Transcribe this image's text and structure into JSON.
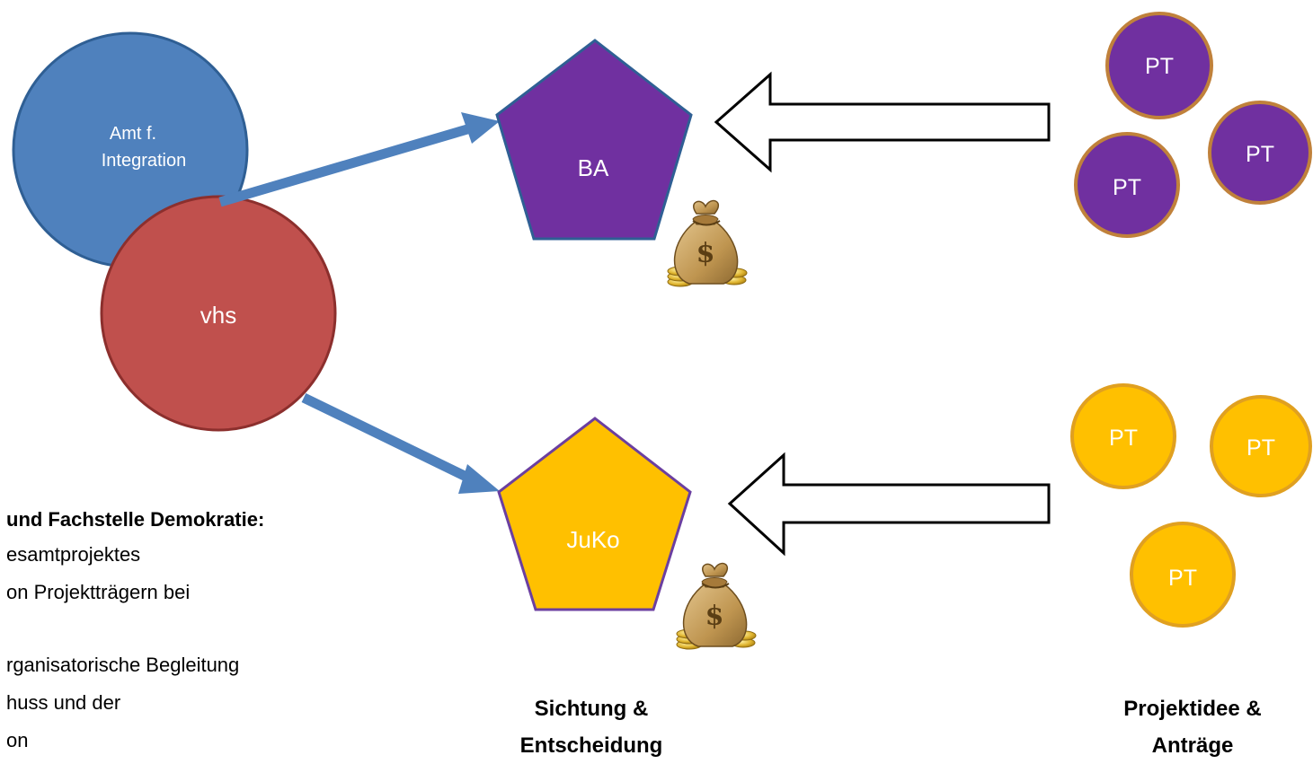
{
  "nodes": {
    "amt": {
      "label_line1": "Amt f.",
      "label_line2": "Integration",
      "fill": "#4F81BD",
      "stroke": "#2F5F94"
    },
    "vhs": {
      "label": "vhs",
      "fill": "#C0504D",
      "stroke": "#8C2F2D"
    },
    "ba": {
      "label": "BA",
      "fill": "#7030A0",
      "stroke": "#2F5F94"
    },
    "juko": {
      "label": "JuKo",
      "fill": "#FFC000",
      "stroke": "#6B3FA0"
    },
    "pt_purple": {
      "label": "PT",
      "fill": "#7030A0",
      "stroke": "#C0813B"
    },
    "pt_yellow": {
      "label": "PT",
      "fill": "#FFC000",
      "stroke": "#E0A020"
    }
  },
  "arrow_color": "#4F81BD",
  "text_block": {
    "heading": "und Fachstelle Demokratie:",
    "lines": [
      "esamtprojektes",
      "on Projektträgern bei",
      "",
      "rganisatorische Begleitung",
      "huss und der",
      "on"
    ]
  },
  "captions": {
    "middle_line1": "Sichtung &",
    "middle_line2": "Entscheidung",
    "right_line1": "Projektidee &",
    "right_line2": "Anträge"
  },
  "icons": [
    "money-bag-icon",
    "money-bag-icon"
  ]
}
